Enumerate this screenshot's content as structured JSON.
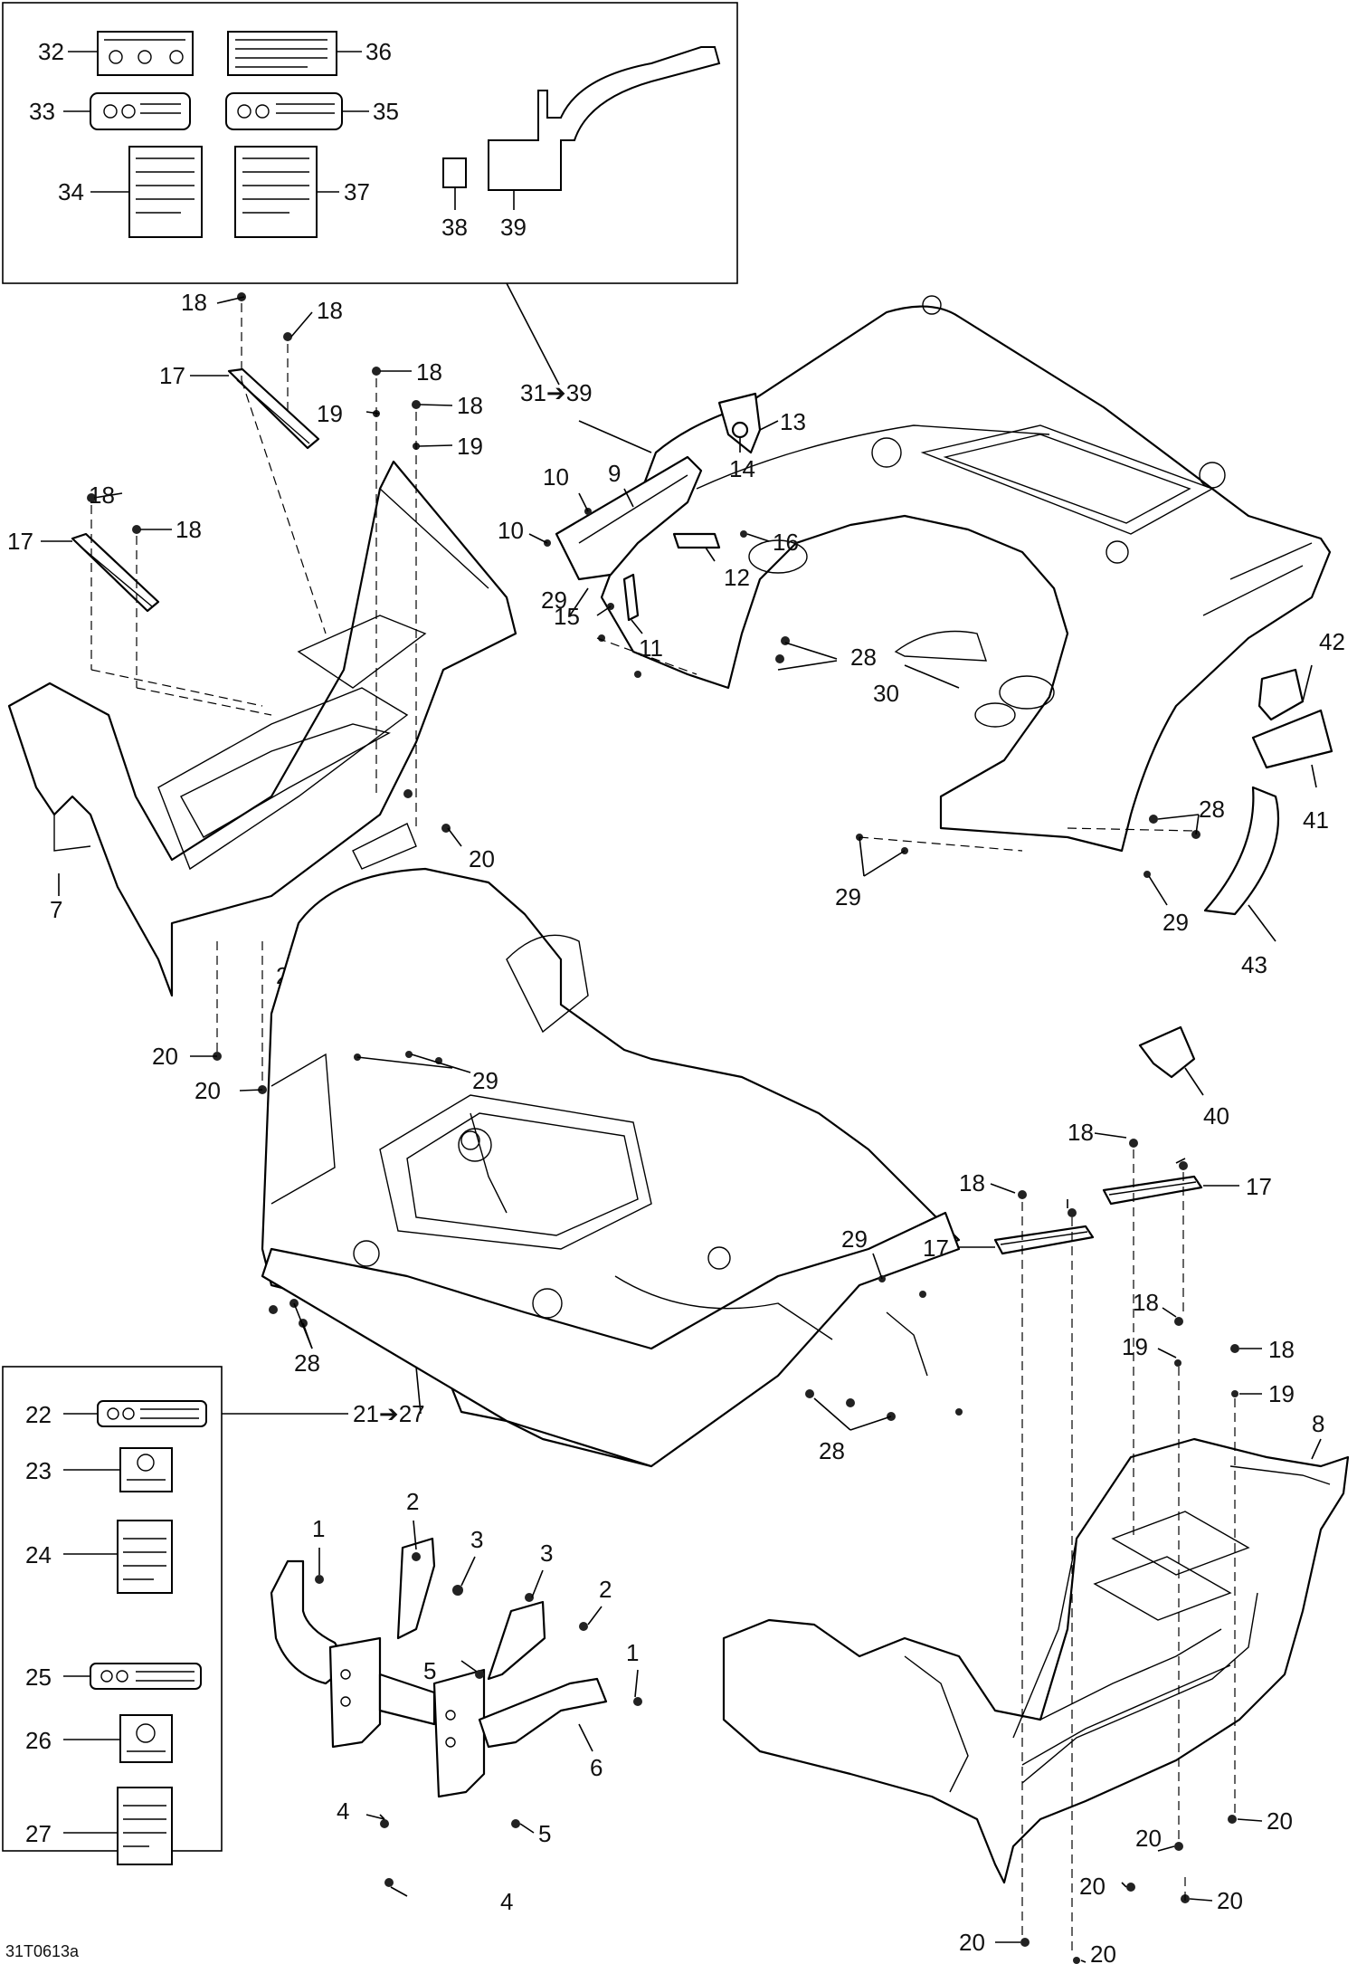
{
  "drawing": {
    "reference_code": "31T0613a",
    "callouts": {
      "c1": "1",
      "c2": "2",
      "c3": "3",
      "c4": "4",
      "c5": "5",
      "c6": "6",
      "c7": "7",
      "c8": "8",
      "c9": "9",
      "c10": "10",
      "c11": "11",
      "c12": "12",
      "c13": "13",
      "c14": "14",
      "c15": "15",
      "c16": "16",
      "c17": "17",
      "c18": "18",
      "c19": "19",
      "c20": "20",
      "c22": "22",
      "c23": "23",
      "c24": "24",
      "c25": "25",
      "c26": "26",
      "c27": "27",
      "c28": "28",
      "c29": "29",
      "c30": "30",
      "c32": "32",
      "c33": "33",
      "c34": "34",
      "c35": "35",
      "c36": "36",
      "c37": "37",
      "c38": "38",
      "c39": "39",
      "c40": "40",
      "c41": "41",
      "c42": "42",
      "c43": "43"
    },
    "group_labels": {
      "decals_top": "31➔39",
      "decals_bottom": "21➔27"
    }
  }
}
